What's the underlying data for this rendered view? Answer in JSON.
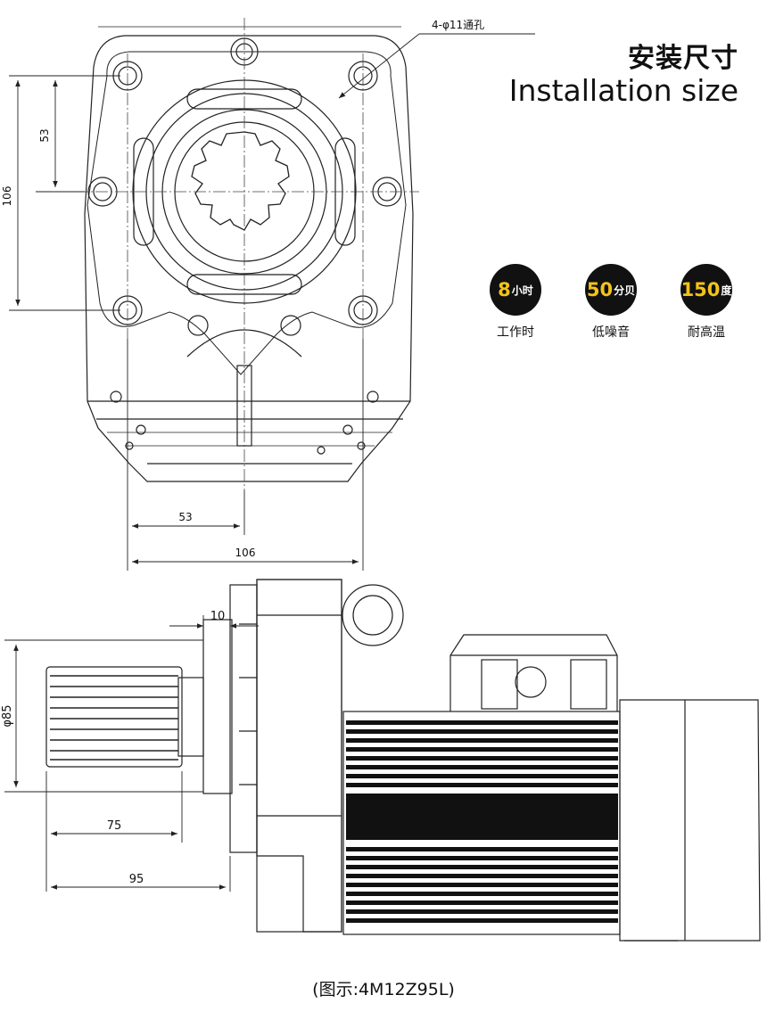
{
  "header": {
    "title_zh": "安装尺寸",
    "title_en": "Installation size"
  },
  "features": [
    {
      "value": "8",
      "unit": "小时",
      "label": "工作时"
    },
    {
      "value": "50",
      "unit": "分贝",
      "label": "低噪音"
    },
    {
      "value": "150",
      "unit": "度",
      "label": "耐高温"
    }
  ],
  "dimensions": {
    "hole_note": "4-φ11通孔",
    "front_vertical_half": "53",
    "front_vertical_full": "106",
    "front_horizontal_half": "53",
    "front_horizontal_full": "106",
    "side_flange": "10",
    "side_shaft_diameter": "φ85",
    "side_shaft_length": "75",
    "side_total_length": "95"
  },
  "caption": "(图示:4M12Z95L)",
  "colors": {
    "feature_value": "#f2c318",
    "disc": "#111111",
    "line": "#222222"
  }
}
